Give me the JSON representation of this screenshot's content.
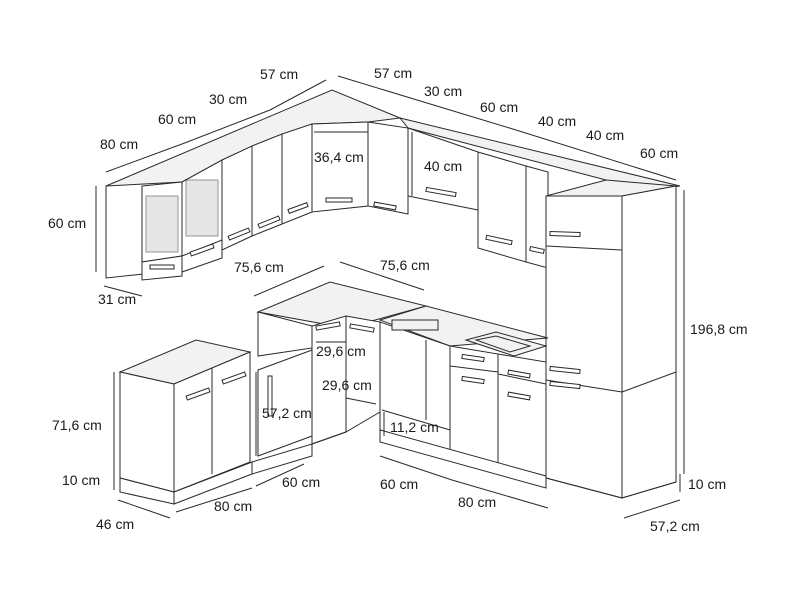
{
  "labels": {
    "w57_left": "57 cm",
    "w57_right": "57 cm",
    "w30_left": "30 cm",
    "w30_right": "30 cm",
    "w60_upper_left": "60 cm",
    "w60_upper_right": "60 cm",
    "w80_upper": "80 cm",
    "w40_a": "40 cm",
    "w40_b": "40 cm",
    "w60_far": "60 cm",
    "h60": "60 cm",
    "d31": "31 cm",
    "corner_36_4": "36,4 cm",
    "h40": "40 cm",
    "d75_6_left": "75,6 cm",
    "d75_6_right": "75,6 cm",
    "h196_8": "196,8 cm",
    "corner_29_6_a": "29,6 cm",
    "corner_29_6_b": "29,6 cm",
    "h57_2": "57,2 cm",
    "h11_2": "11,2 cm",
    "h71_6": "71,6 cm",
    "h10_left": "10 cm",
    "h10_right": "10 cm",
    "d46": "46 cm",
    "w80_lower": "80 cm",
    "w60_lower_a": "60 cm",
    "w60_lower_b": "60 cm",
    "w80_lower_b": "80 cm",
    "d57_2": "57,2 cm"
  }
}
